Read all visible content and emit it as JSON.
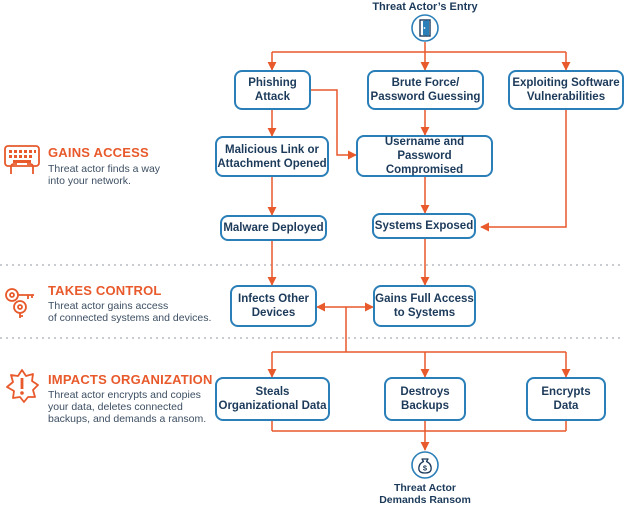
{
  "entry": {
    "label": "Threat Actor’s Entry",
    "icon": "door-icon"
  },
  "stages": [
    {
      "title": "GAINS ACCESS",
      "description": "Threat actor finds a way\ninto your network.",
      "icon": "keyboard-hands-icon",
      "color": "#e8592b"
    },
    {
      "title": "TAKES CONTROL",
      "description": "Threat actor gains access\nof connected systems and devices.",
      "icon": "keys-icon",
      "color": "#e8592b"
    },
    {
      "title": "IMPACTS ORGANIZATION",
      "description": "Threat actor encrypts and copies\nyour data, deletes connected\nbackups, and demands a ransom.",
      "icon": "warning-burst-icon",
      "color": "#e8592b"
    }
  ],
  "nodes": {
    "phishing": "Phishing\nAttack",
    "brute_force": "Brute Force/\nPassword Guessing",
    "exploiting": "Exploiting Software\nVulnerabilities",
    "malicious_link": "Malicious Link or\nAttachment Opened",
    "username": "Username and\nPassword Compromised",
    "malware": "Malware Deployed",
    "systems_exposed": "Systems Exposed",
    "infects": "Infects Other\nDevices",
    "gains_full": "Gains Full Access\nto Systems",
    "steals": "Steals\nOrganizational Data",
    "destroys": "Destroys\nBackups",
    "encrypts": "Encrypts\nData"
  },
  "outcome": {
    "label": "Threat Actor\nDemands Ransom",
    "icon": "money-bag-icon"
  },
  "colors": {
    "box_border": "#2b7fb8",
    "connector": "#e8592b",
    "text": "#1c3a5a",
    "divider": "#c9ccd1"
  }
}
